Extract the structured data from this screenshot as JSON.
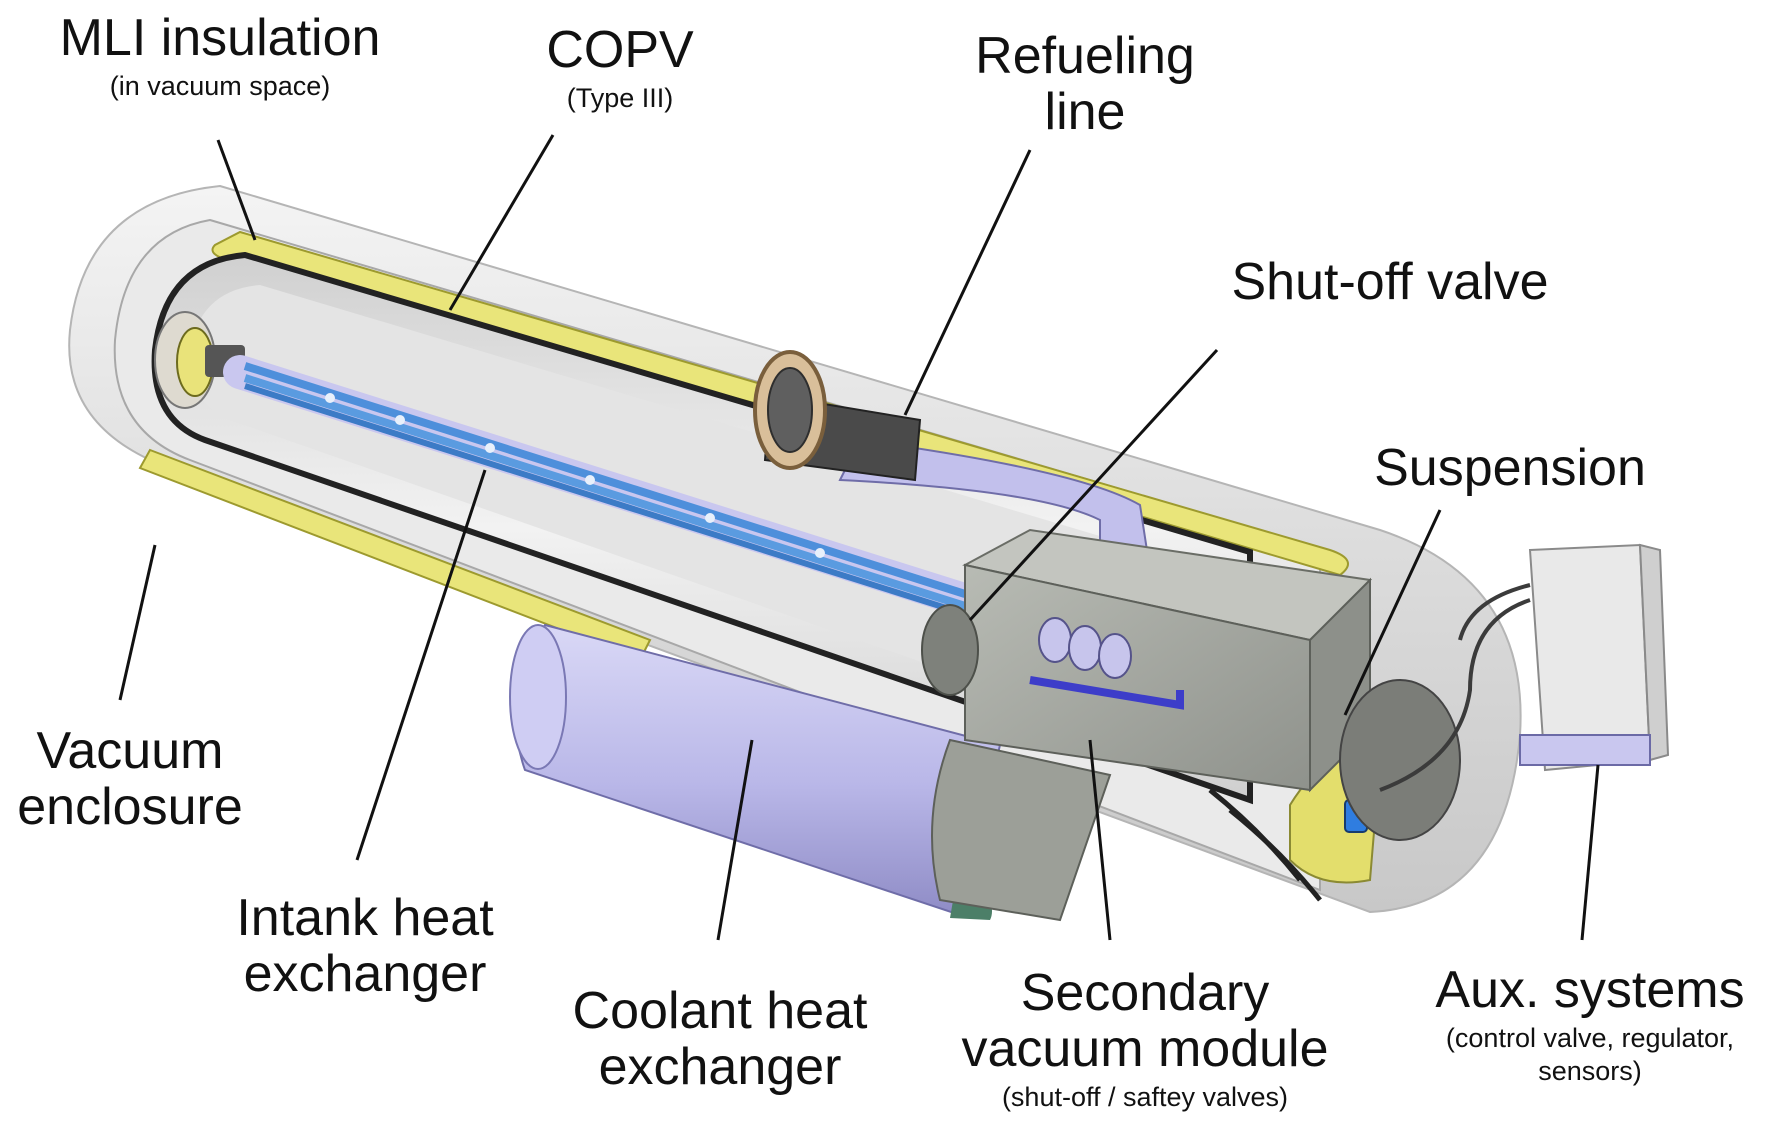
{
  "labels": {
    "mli": {
      "title": "MLI insulation",
      "sub": "(in vacuum space)"
    },
    "copv": {
      "title": "COPV",
      "sub": "(Type III)"
    },
    "refueling": {
      "line1": "Refueling",
      "line2": "line"
    },
    "shutoff": {
      "title": "Shut-off valve"
    },
    "suspension": {
      "title": "Suspension"
    },
    "vacuum": {
      "line1": "Vacuum",
      "line2": "enclosure"
    },
    "intank": {
      "line1": "Intank heat",
      "line2": "exchanger"
    },
    "coolant": {
      "line1": "Coolant heat",
      "line2": "exchanger"
    },
    "secondary": {
      "line1": "Secondary",
      "line2": "vacuum module",
      "sub": "(shut-off / saftey valves)"
    },
    "aux": {
      "title": "Aux. systems",
      "sub1": "(control valve, regulator,",
      "sub2": "sensors)"
    }
  },
  "colors": {
    "enclosure": "#d6d6d6",
    "mli": "#e9e57a",
    "heat_exchanger": "#5a9be0",
    "module": "#a9aca6",
    "valve": "#c7c5ec"
  }
}
